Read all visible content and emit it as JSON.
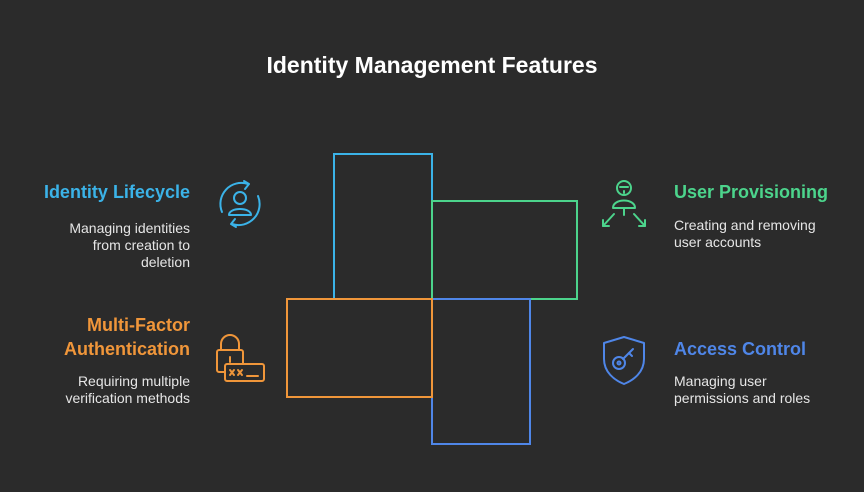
{
  "title": "Identity Management Features",
  "colors": {
    "lifecycle": "#3bb3e8",
    "provisioning": "#4cd48c",
    "mfa": "#f0963a",
    "access": "#4f86e8"
  },
  "features": {
    "lifecycle": {
      "heading": "Identity Lifecycle",
      "description": "Managing identities\nfrom creation to\ndeletion",
      "icon": "user-cycle-icon"
    },
    "provisioning": {
      "heading": "User Provisioning",
      "description": "Creating and removing\nuser accounts",
      "icon": "user-distribute-icon"
    },
    "mfa": {
      "heading": "Multi-Factor\nAuthentication",
      "description": "Requiring multiple\nverification methods",
      "icon": "lock-password-icon"
    },
    "access": {
      "heading": "Access Control",
      "description": "Managing user\npermissions and roles",
      "icon": "shield-key-icon"
    }
  }
}
